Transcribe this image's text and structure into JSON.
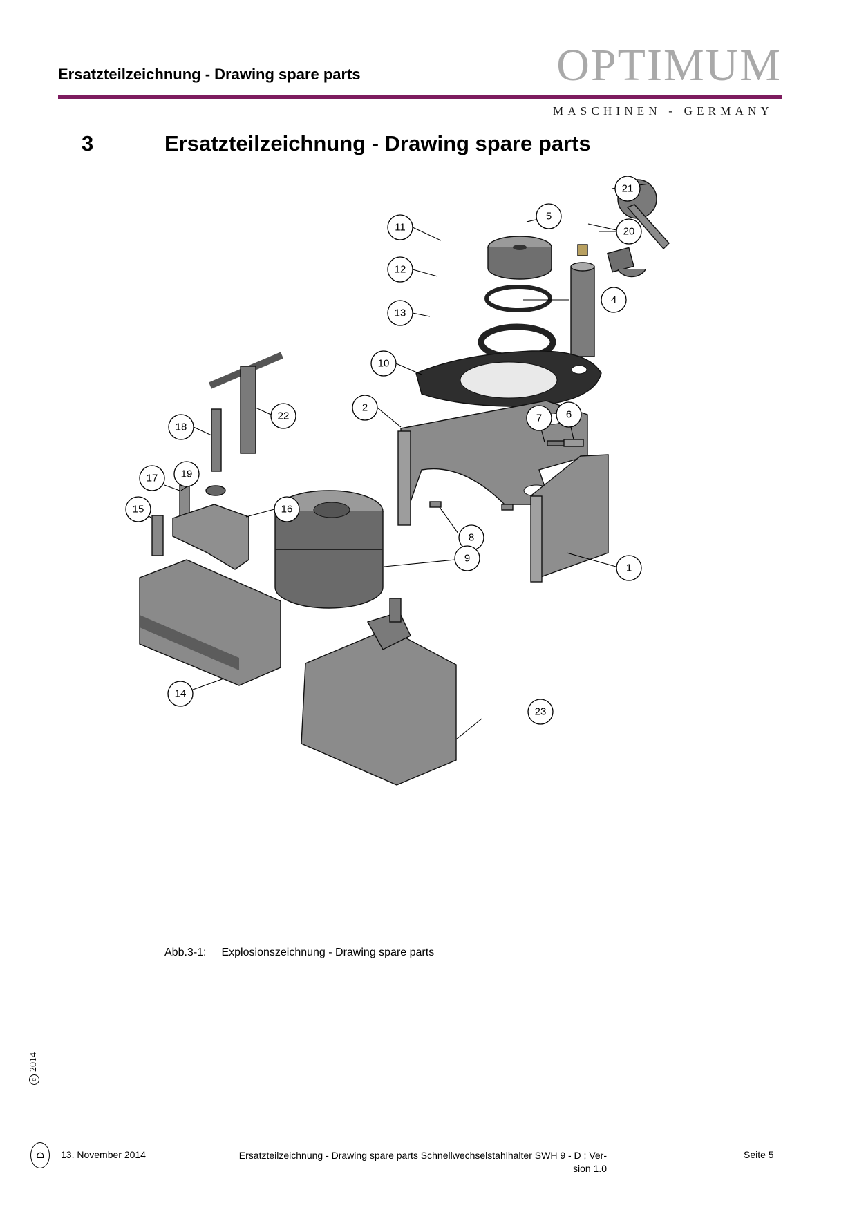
{
  "header": {
    "title": "Ersatzteilzeichnung - Drawing spare parts",
    "logo_word": "OPTIMUM",
    "logo_sub": "MASCHINEN - GERMANY",
    "rule_color": "#7d1c5f"
  },
  "section": {
    "number": "3",
    "title": "Ersatzteilzeichnung - Drawing spare parts"
  },
  "drawing": {
    "part_numbers": [
      "1",
      "2",
      "4",
      "5",
      "6",
      "7",
      "8",
      "9",
      "10",
      "11",
      "12",
      "13",
      "14",
      "15",
      "16",
      "17",
      "18",
      "19",
      "20",
      "21",
      "22",
      "23"
    ]
  },
  "caption": {
    "label": "Abb.3-1:",
    "text": "Explosionszeichnung - Drawing spare parts"
  },
  "footer": {
    "copyright_year": "2014",
    "copyright_symbol": "c",
    "language": "D",
    "date": "13. November 2014",
    "doc_line1": "Ersatzteilzeichnung - Drawing spare parts  Schnellwechselstahlhalter SWH 9 - D ; Ver-",
    "doc_line2": "sion 1.0",
    "page": "Seite 5"
  }
}
